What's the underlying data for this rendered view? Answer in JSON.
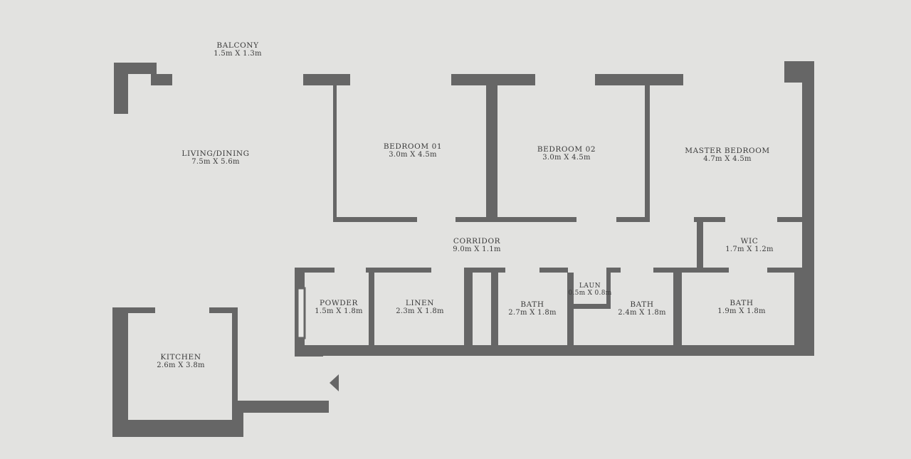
{
  "rooms": {
    "balcony": {
      "name": "BALCONY",
      "size": "1.5m X 1.3m"
    },
    "living_dining": {
      "name": "LIVING/DINING",
      "size": "7.5m X 5.6m"
    },
    "bedroom_1": {
      "name": "BEDROOM 01",
      "size": "3.0m X 4.5m"
    },
    "bedroom_2": {
      "name": "BEDROOM 02",
      "size": "3.0m X 4.5m"
    },
    "master_bedroom": {
      "name": "MASTER BEDROOM",
      "size": "4.7m X 4.5m"
    },
    "corridor": {
      "name": "CORRIDOR",
      "size": "9.0m X 1.1m"
    },
    "wic": {
      "name": "WIC",
      "size": "1.7m X 1.2m"
    },
    "powder": {
      "name": "POWDER",
      "size": "1.5m X 1.8m"
    },
    "linen": {
      "name": "LINEN",
      "size": "2.3m X 1.8m"
    },
    "bath_1": {
      "name": "BATH",
      "size": "2.7m X 1.8m"
    },
    "laundry": {
      "name": "LAUN",
      "size": "0.5m X 0.8m"
    },
    "bath_2": {
      "name": "BATH",
      "size": "2.4m X 1.8m"
    },
    "bath_3": {
      "name": "BATH",
      "size": "1.9m X 1.8m"
    },
    "kitchen": {
      "name": "KITCHEN",
      "size": "2.6m X 3.8m"
    }
  },
  "colors": {
    "wall": "#666666",
    "background": "#e2e2e0",
    "text": "#3a3a3a"
  },
  "icons": {
    "entrance": "entrance-arrow-icon"
  }
}
